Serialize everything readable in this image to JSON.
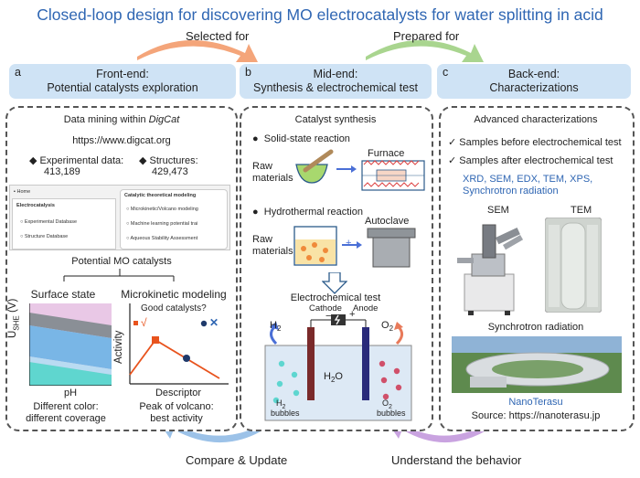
{
  "title": "Closed-loop design for discovering MO electrocatalysts for water splitting in acid",
  "flow": {
    "selected_for": "Selected for",
    "prepared_for": "Prepared for",
    "compare_update": "Compare & Update",
    "understand": "Understand the behavior"
  },
  "front": {
    "letter": "a",
    "header_line1": "Front-end:",
    "header_line2": "Potential catalysts exploration",
    "data_mining": "Data mining within ",
    "digcat": "DigCat",
    "url": "https://www.digcat.org",
    "exp_label": "Experimental data:",
    "exp_value": "413,189",
    "struct_label": "Structures:",
    "struct_value": "429,473",
    "screen": {
      "home": "Home",
      "electrocatalysis": "Electrocatalysis",
      "experimental_db": "Experimental Database",
      "structure_db": "Structure Database",
      "ctm": "Catalytic theoretical modeling",
      "microkinetic": "Microkinetic/Volcano modeling",
      "ml": "Machine learning potential trai",
      "aqueous": "Aqueous Stability Assessment"
    },
    "potential": "Potential MO catalysts",
    "surface_title": "Surface state",
    "surface_ylabel_main": "U",
    "surface_ylabel_sub": "SHE",
    "surface_ylabel_unit": " (V)",
    "surface_xlabel": "pH",
    "surface_caption1": "Different color:",
    "surface_caption2": "different coverage",
    "micro_title": "Microkinetic modeling",
    "micro_ylabel": "Activity",
    "micro_xlabel": "Descriptor",
    "good": "Good catalysts?",
    "check": "√",
    "cross": "✕",
    "micro_caption1": "Peak of volcano:",
    "micro_caption2": "best activity"
  },
  "mid": {
    "letter": "b",
    "header_line1": "Mid-end:",
    "header_line2": "Synthesis & electrochemical test",
    "synthesis": "Catalyst synthesis",
    "solid": "Solid-state reaction",
    "furnace": "Furnace",
    "raw1a": "Raw",
    "raw1b": "materials",
    "hydro": "Hydrothermal reaction",
    "autoclave": "Autoclave",
    "raw2a": "Raw",
    "raw2b": "materials",
    "plus": "+",
    "electro": "Electrochemical test",
    "cathode": "Cathode",
    "anode": "Anode",
    "minus": "−",
    "plus2": "+",
    "h2": "H",
    "h2sub": "2",
    "o2": "O",
    "o2sub": "2",
    "h2o": "H",
    "h2o_sub": "2",
    "h2o_end": "O",
    "h2b": "H",
    "h2b_sub": "2",
    "h2_bubbles": "bubbles",
    "o2b": "O",
    "o2b_sub": "2",
    "o2_bubbles": "bubbles"
  },
  "back": {
    "letter": "c",
    "header_line1": "Back-end:",
    "header_line2": "Characterizations",
    "advanced": "Advanced characterizations",
    "before": "Samples before electrochemical test",
    "after": "Samples after electrochemical test",
    "techniques1": "XRD,  SEM,  EDX,  TEM,  XPS,",
    "techniques2": "Synchrotron radiation",
    "sem": "SEM",
    "tem": "TEM",
    "synchrotron": "Synchrotron radiation",
    "nanoterasu": "NanoTerasu",
    "source": "Source: https://nanoterasu.jp"
  },
  "colors": {
    "title_blue": "#2f66b3",
    "header_bg": "#cfe3f5",
    "arrow_orange": "#f4a57a",
    "arrow_green": "#a9d58f",
    "arrow_purple": "#c9a3e0",
    "arrow_blue": "#9cc2e8",
    "volcano_orange": "#e8531d"
  }
}
